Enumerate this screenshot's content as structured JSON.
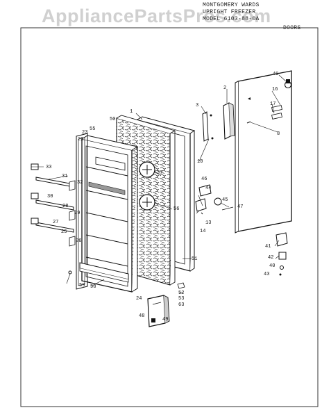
{
  "watermark": "AppliancePartsPros.com",
  "header": {
    "line1": "MONTGOMERY WARDS",
    "line2": "UPRIGHT FREEZER",
    "line3": "MODEL 6103-88-0A",
    "section": "DOORS"
  },
  "callouts": [
    "1",
    "2",
    "3",
    "8",
    "10",
    "13",
    "14",
    "16",
    "17",
    "22",
    "23",
    "24",
    "25",
    "26",
    "27",
    "28",
    "29",
    "30",
    "31",
    "32",
    "33",
    "37",
    "40",
    "40",
    "41",
    "42",
    "43",
    "44",
    "45",
    "46",
    "47",
    "48",
    "49",
    "50",
    "51",
    "52",
    "53",
    "55",
    "56",
    "58",
    "59",
    "63"
  ]
}
